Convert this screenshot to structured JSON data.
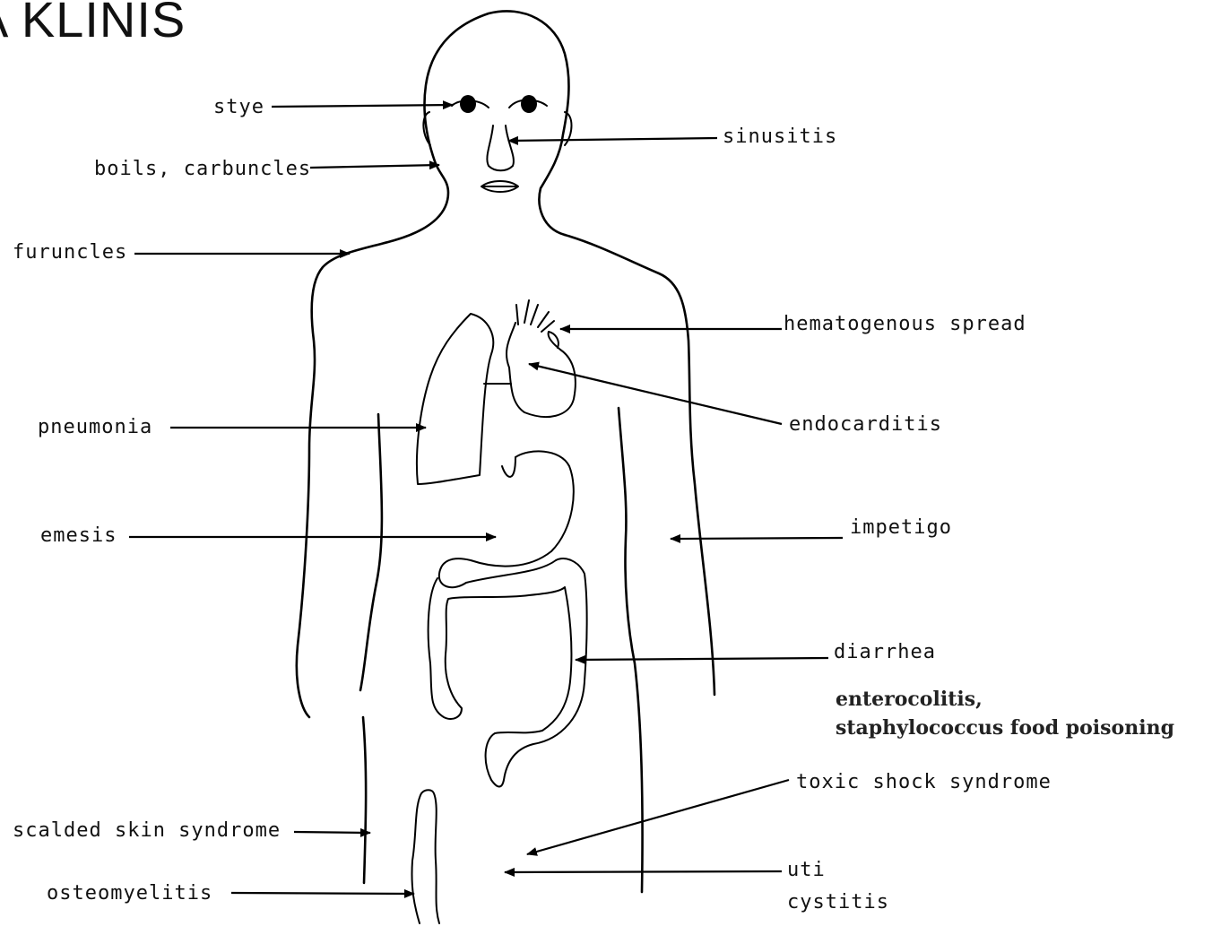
{
  "title": "A KLINIS",
  "labels": {
    "stye": "stye",
    "sinusitis": "sinusitis",
    "boils": "boils, carbuncles",
    "furuncles": "furuncles",
    "hematogenous": "hematogenous spread",
    "pneumonia": "pneumonia",
    "endocarditis": "endocarditis",
    "emesis": "emesis",
    "impetigo": "impetigo",
    "diarrhea": "diarrhea",
    "enterocolitis_line1": "enterocolitis,",
    "enterocolitis_line2": "staphylococcus food poisoning",
    "toxic_shock": "toxic shock syndrome",
    "scalded_skin": "scalded skin syndrome",
    "uti": "uti",
    "cystitis": "cystitis",
    "osteomyelitis": "osteomyelitis"
  }
}
